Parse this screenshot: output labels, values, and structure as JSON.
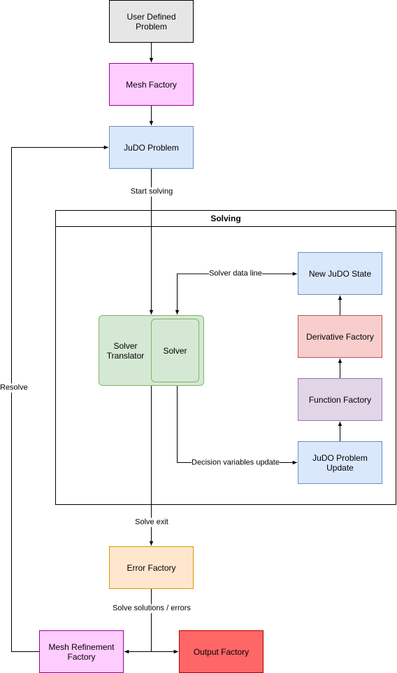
{
  "colors": {
    "gray_fill": "#e6e6e6",
    "gray_stroke": "#000000",
    "pink_fill": "#ffccff",
    "pink_stroke": "#990099",
    "blue_fill": "#dae8fc",
    "blue_stroke": "#6c8ebf",
    "green_fill": "#d5e8d4",
    "green_stroke": "#82b366",
    "red_fill": "#f8cecc",
    "red_stroke": "#b85450",
    "purple_fill": "#e1d5e7",
    "purple_stroke": "#9673a6",
    "orange_fill": "#ffe6cc",
    "orange_stroke": "#d79b00",
    "output_fill": "#ff6666",
    "output_stroke": "#b20000"
  },
  "nodes": {
    "user_defined_problem": "User Defined\nProblem",
    "mesh_factory": "Mesh Factory",
    "judo_problem": "JuDO Problem",
    "solving_group": "Solving",
    "solver_translator": "Solver\nTranslator",
    "solver": "Solver",
    "new_judo_state": "New JuDO State",
    "derivative_factory": "Derivative Factory",
    "function_factory": "Function Factory",
    "judo_problem_update": "JuDO Problem\nUpdate",
    "error_factory": "Error Factory",
    "mesh_refinement_factory": "Mesh Refinement\nFactory",
    "output_factory": "Output Factory"
  },
  "edges": {
    "start_solving": "Start solving",
    "solver_data_line": "Solver data line",
    "decision_variables_update": "Decision variables update",
    "solve_exit": "Solve exit",
    "solve_solutions_errors": "Solve solutions / errors",
    "resolve": "Resolve"
  }
}
